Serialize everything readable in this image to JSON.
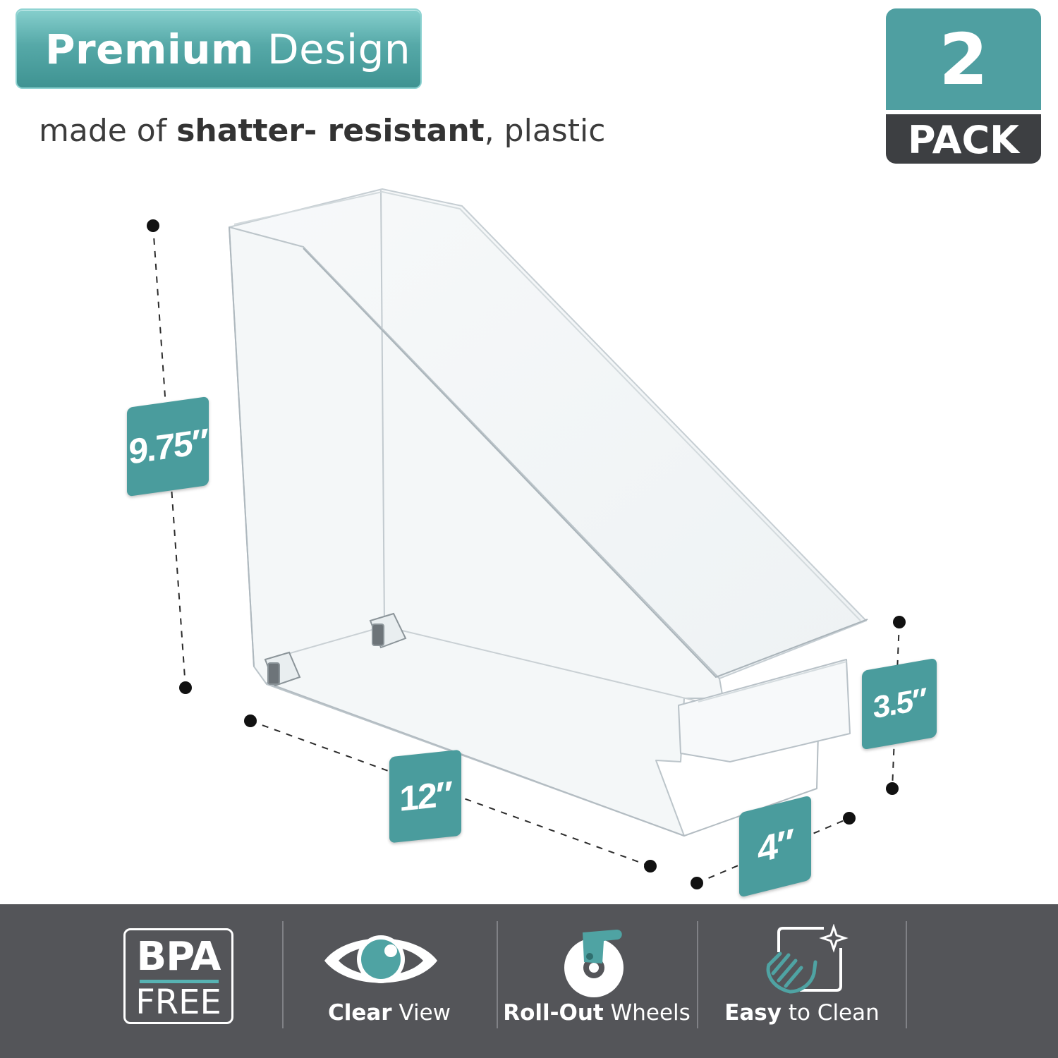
{
  "header": {
    "title_bold": "Premium",
    "title_light": "Design",
    "subtitle_pre": "made of ",
    "subtitle_bold": "shatter- resistant",
    "subtitle_post": ", plastic"
  },
  "badge": {
    "number": "2",
    "label": "PACK"
  },
  "dimensions": {
    "height": "9.75″",
    "length": "12″",
    "width": "4″",
    "front_height": "3.5″"
  },
  "features": [
    {
      "icon": "bpa-free-icon",
      "bpa_top": "BPA",
      "bpa_bottom": "FREE"
    },
    {
      "icon": "eye-icon",
      "label_bold": "Clear",
      "label_light": " View"
    },
    {
      "icon": "wheel-icon",
      "label_bold": "Roll-Out",
      "label_light": " Wheels"
    },
    {
      "icon": "cleaning-hand-icon",
      "label_bold": "Easy",
      "label_light": " to Clean"
    }
  ],
  "colors": {
    "teal": "#4a9c9d",
    "dark_bar": "#545559",
    "accent_light": "#57b3b3"
  }
}
